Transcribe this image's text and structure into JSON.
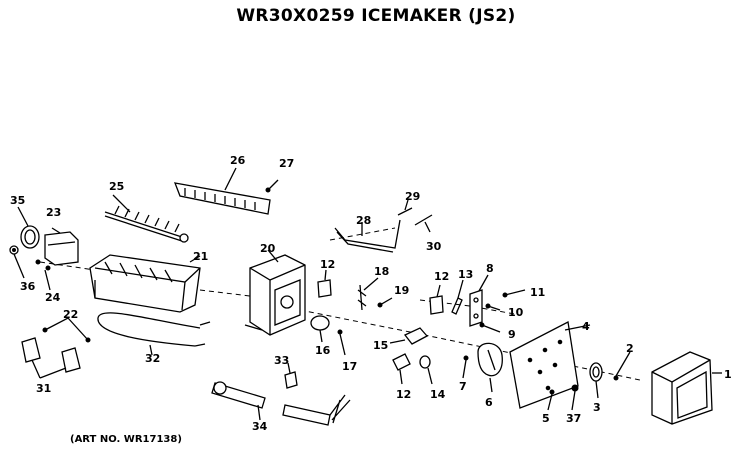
{
  "title": "WR30X0259 ICEMAKER (JS2)",
  "art_number": "(ART NO. WR17138)",
  "parts": [
    {
      "id": "p1",
      "label": "1"
    },
    {
      "id": "p2",
      "label": "2"
    },
    {
      "id": "p3",
      "label": "3"
    },
    {
      "id": "p4",
      "label": "4"
    },
    {
      "id": "p5",
      "label": "5"
    },
    {
      "id": "p6",
      "label": "6"
    },
    {
      "id": "p7",
      "label": "7"
    },
    {
      "id": "p8",
      "label": "8"
    },
    {
      "id": "p9",
      "label": "9"
    },
    {
      "id": "p10",
      "label": "10"
    },
    {
      "id": "p11",
      "label": "11"
    },
    {
      "id": "p12a",
      "label": "12"
    },
    {
      "id": "p12b",
      "label": "12"
    },
    {
      "id": "p12c",
      "label": "12"
    },
    {
      "id": "p13",
      "label": "13"
    },
    {
      "id": "p14",
      "label": "14"
    },
    {
      "id": "p15",
      "label": "15"
    },
    {
      "id": "p16",
      "label": "16"
    },
    {
      "id": "p17",
      "label": "17"
    },
    {
      "id": "p18",
      "label": "18"
    },
    {
      "id": "p19",
      "label": "19"
    },
    {
      "id": "p20",
      "label": "20"
    },
    {
      "id": "p21",
      "label": "21"
    },
    {
      "id": "p22",
      "label": "22"
    },
    {
      "id": "p23",
      "label": "23"
    },
    {
      "id": "p24",
      "label": "24"
    },
    {
      "id": "p25",
      "label": "25"
    },
    {
      "id": "p26",
      "label": "26"
    },
    {
      "id": "p27",
      "label": "27"
    },
    {
      "id": "p28",
      "label": "28"
    },
    {
      "id": "p29",
      "label": "29"
    },
    {
      "id": "p30",
      "label": "30"
    },
    {
      "id": "p31",
      "label": "31"
    },
    {
      "id": "p32",
      "label": "32"
    },
    {
      "id": "p33",
      "label": "33"
    },
    {
      "id": "p34",
      "label": "34"
    },
    {
      "id": "p35",
      "label": "35"
    },
    {
      "id": "p36",
      "label": "36"
    },
    {
      "id": "p37",
      "label": "37"
    }
  ]
}
